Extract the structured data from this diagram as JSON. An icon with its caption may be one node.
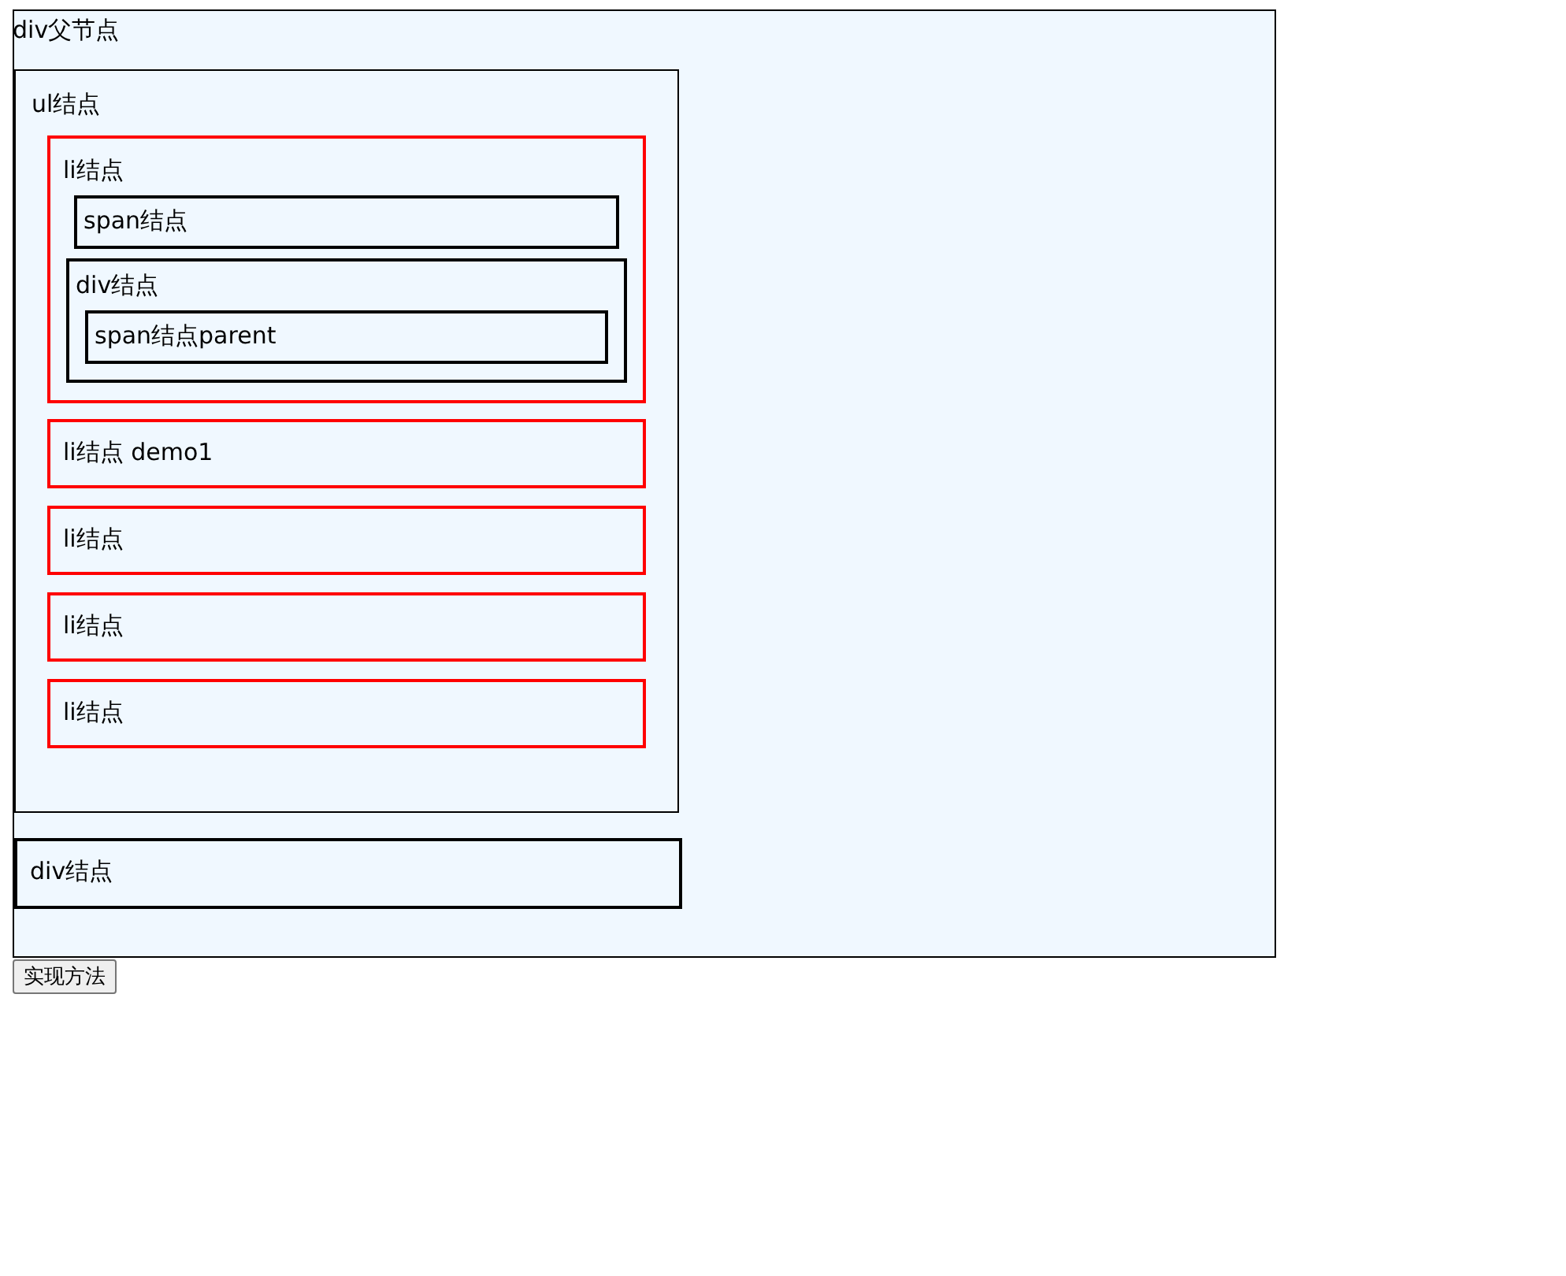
{
  "diagram": {
    "nodes": [
      {
        "text": [
          "div父节点"
        ]
      },
      {
        "text": [
          "ul结点"
        ],
        "in": 0
      },
      {
        "text": [
          "li结点"
        ],
        "in": 1
      },
      {
        "text": [
          "span结点"
        ],
        "in": 2
      },
      {
        "text": [
          "div结点"
        ],
        "in": 2
      },
      {
        "text": [
          "span结点parent"
        ],
        "in": 4
      },
      {
        "text": [
          "li结点 demo1"
        ],
        "in": 1
      },
      {
        "text": [
          "li结点"
        ],
        "in": 1
      },
      {
        "text": [
          "li结点"
        ],
        "in": 1
      },
      {
        "text": [
          "li结点"
        ],
        "in": 1
      },
      {
        "text": [
          "div结点"
        ],
        "in": 0
      }
    ],
    "edges": [],
    "labels": [
      "实现方法"
    ]
  }
}
